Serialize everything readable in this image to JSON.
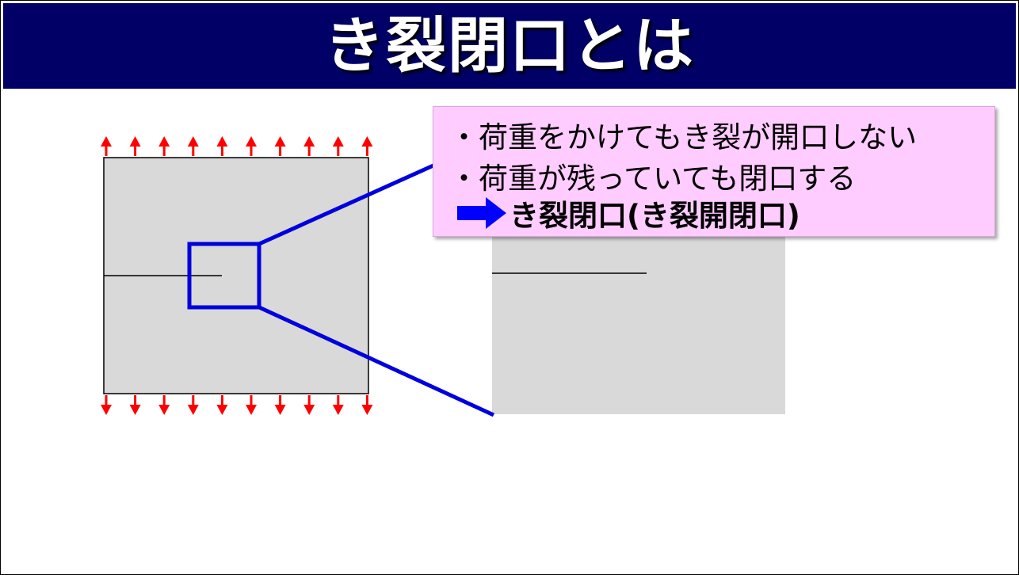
{
  "slide": {
    "title": "き裂閉口とは"
  },
  "callout": {
    "bullets": [
      "・荷重をかけてもき裂が開口しない",
      "・荷重が残っていても閉口する"
    ],
    "conclusion": "き裂閉口(き裂開閉口)"
  },
  "colors": {
    "title_background": "#000066",
    "title_text": "#ffffff",
    "callout_background": "#ffccff",
    "load_arrow": "#ff0000",
    "zoom_outline": "#0000dd",
    "specimen": "#d9d9d9",
    "conclusion_arrow": "#0000ff"
  },
  "icons": {
    "load_arrows": "red-arrow-icon",
    "conclusion": "blue-right-arrow-icon"
  },
  "diagram": {
    "load_arrows_per_edge": 10
  }
}
